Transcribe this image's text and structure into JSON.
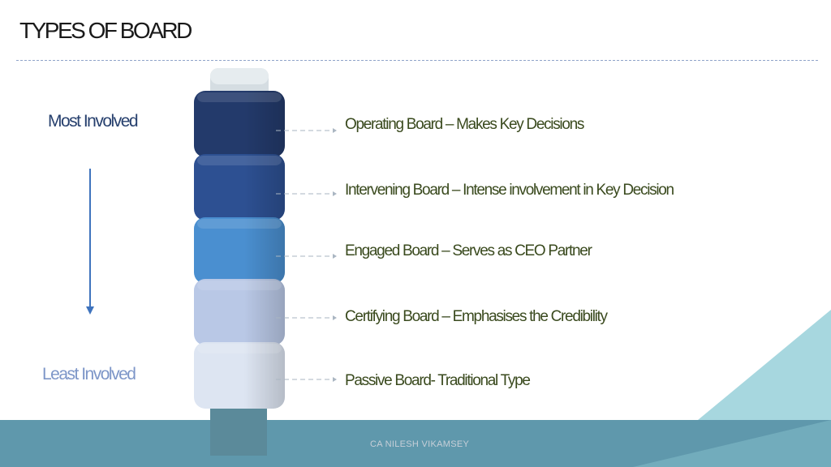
{
  "slide": {
    "title": "TYPES OF BOARD",
    "most_label": "Most Involved",
    "least_label": "Least Involved",
    "footer": "CA NILESH VIKAMSEY"
  },
  "levels": [
    {
      "label": "Operating Board – Makes Key Decisions",
      "color": "#233a6b"
    },
    {
      "label": "Intervening Board – Intense involvement in Key Decision",
      "color": "#2d5092"
    },
    {
      "label": "Engaged Board – Serves as CEO Partner",
      "color": "#4a8fd0"
    },
    {
      "label": "Certifying Board – Emphasises the Credibility",
      "color": "#b9c8e6"
    },
    {
      "label": "Passive Board- Traditional Type",
      "color": "#dde5f2"
    }
  ],
  "colors": {
    "title_rule": "#8fa3c9",
    "arrow": "#3f73bd",
    "footer_band": "#5f98ac",
    "teal_triangle": "#9dd3dc"
  }
}
